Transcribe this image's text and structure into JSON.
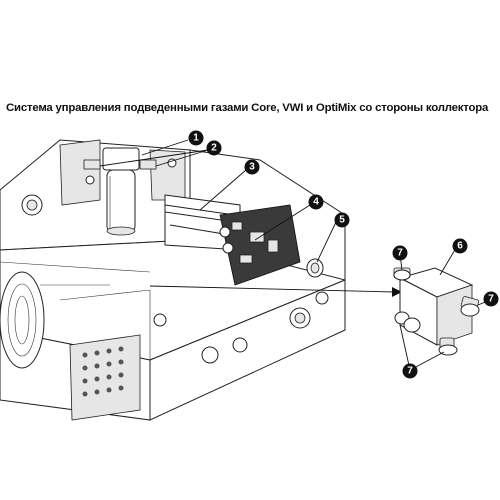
{
  "title": "Система управления подведенными газами Core, VWI и OptiMix со стороны коллектора",
  "callouts": [
    {
      "label": "1"
    },
    {
      "label": "2"
    },
    {
      "label": "3"
    },
    {
      "label": "4"
    },
    {
      "label": "5"
    },
    {
      "label": "6"
    },
    {
      "label": "7"
    },
    {
      "label": "7"
    },
    {
      "label": "7"
    }
  ]
}
